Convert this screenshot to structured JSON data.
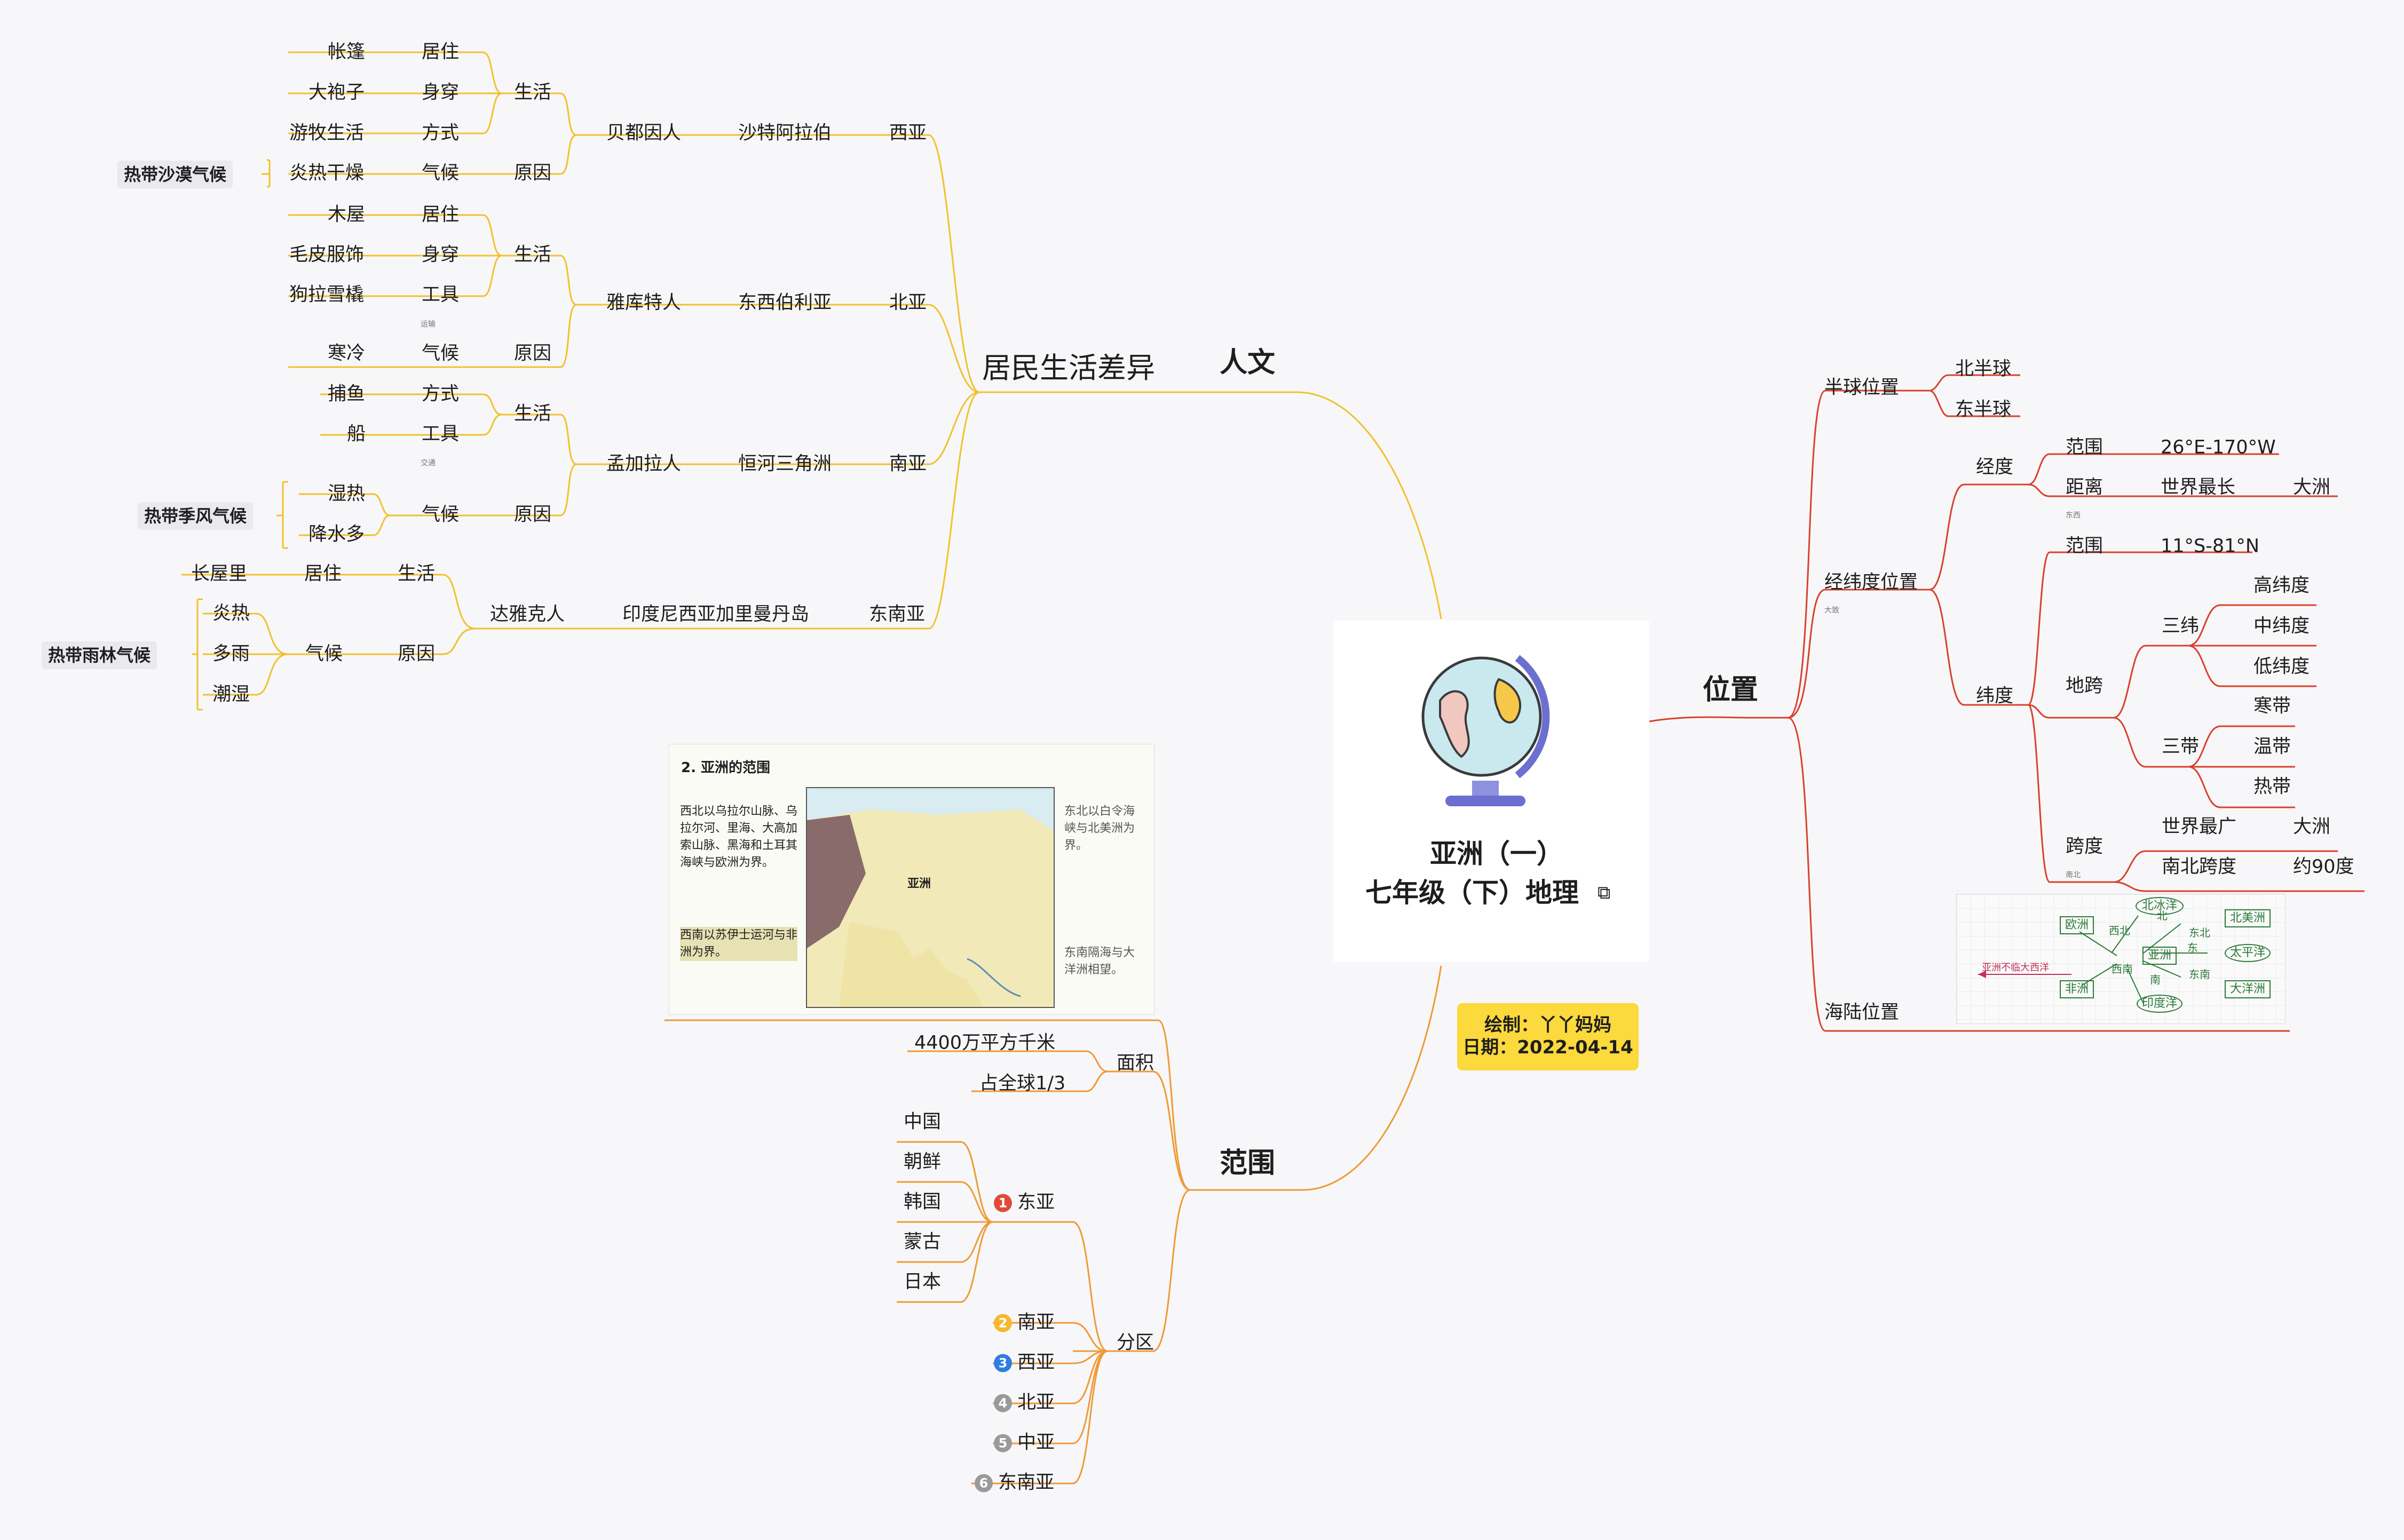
{
  "center": {
    "title_line1": "亚洲（一）",
    "title_line2": "七年级（下）地理"
  },
  "credit": {
    "author": "绘制：丫丫妈妈",
    "date": "日期：2022-04-14"
  },
  "branches": {
    "humanity": "人文",
    "location": "位置",
    "scope": "范围"
  },
  "humanity": {
    "topic": "居民生活差异",
    "west_asia": {
      "region": "西亚",
      "country": "沙特阿拉伯",
      "people": "贝都因人",
      "living": "生活",
      "reason": "原因",
      "items": [
        [
          "帐篷",
          "居住"
        ],
        [
          "大袍子",
          "身穿"
        ],
        [
          "游牧生活",
          "方式"
        ],
        [
          "炎热干燥",
          "气候"
        ]
      ],
      "climate": "热带沙漠气候"
    },
    "north_asia": {
      "region": "北亚",
      "area": "东西伯利亚",
      "people": "雅库特人",
      "living": "生活",
      "reason": "原因",
      "note": "运输",
      "items": [
        [
          "木屋",
          "居住"
        ],
        [
          "毛皮服饰",
          "身穿"
        ],
        [
          "狗拉雪橇",
          "工具"
        ],
        [
          "寒冷",
          "气候"
        ]
      ]
    },
    "south_asia": {
      "region": "南亚",
      "area": "恒河三角洲",
      "people": "孟加拉人",
      "living": "生活",
      "reason": "原因",
      "note": "交通",
      "items": [
        [
          "捕鱼",
          "方式"
        ],
        [
          "船",
          "工具"
        ]
      ],
      "climate_factors": [
        "湿热",
        "降水多"
      ],
      "climate_label": "气候",
      "climate": "热带季风气候"
    },
    "southeast_asia": {
      "region": "东南亚",
      "area": "印度尼西亚加里曼丹岛",
      "people": "达雅克人",
      "house": [
        "长屋里",
        "居住",
        "生活"
      ],
      "climate_factors": [
        "炎热",
        "多雨",
        "潮湿"
      ],
      "climate_label": "气候",
      "reason": "原因",
      "climate": "热带雨林气候"
    }
  },
  "location": {
    "hemisphere": {
      "label": "半球位置",
      "items": [
        "北半球",
        "东半球"
      ]
    },
    "latlon": {
      "label": "经纬度位置",
      "note": "大致",
      "longitude": {
        "label": "经度",
        "range_label": "范围",
        "range": "26°E-170°W",
        "distance_label": "距离",
        "distance": "世界最长",
        "distance_scope": "大洲",
        "note": "东西"
      },
      "latitude": {
        "label": "纬度",
        "range_label": "范围",
        "range": "11°S-81°N",
        "span_label": "地跨",
        "three_lat_label": "三纬",
        "three_lat": [
          "高纬度",
          "中纬度",
          "低纬度"
        ],
        "three_zone_label": "三带",
        "three_zone": [
          "寒带",
          "温带",
          "热带"
        ],
        "extent_label": "跨度",
        "extent_note": "南北",
        "widest": "世界最广",
        "widest_scope": "大洲",
        "ns_label": "南北跨度",
        "ns_value": "约90度"
      }
    },
    "sea_land": {
      "label": "海陆位置",
      "image_labels": {
        "arctic": "北冰洋",
        "north_america": "北美洲",
        "europe": "欧洲",
        "asia": "亚洲",
        "pacific": "太平洋",
        "africa": "非洲",
        "indian": "印度洋",
        "oceania": "大洋洲",
        "north": "北",
        "east": "东",
        "south": "南",
        "west_north": "西北",
        "east_north": "东北",
        "west_south": "西南",
        "east_south": "东南",
        "note": "亚洲不临大西洋"
      }
    }
  },
  "scope": {
    "area": {
      "label": "面积",
      "items": [
        "4400万平方千米",
        "占全球1/3"
      ]
    },
    "division": {
      "label": "分区",
      "east_asia": {
        "num": "1",
        "label": "东亚",
        "color": "#e04a3b",
        "countries": [
          "中国",
          "朝鲜",
          "韩国",
          "蒙古",
          "日本"
        ]
      },
      "others": [
        {
          "num": "2",
          "label": "南亚",
          "color": "#f5b82e"
        },
        {
          "num": "3",
          "label": "西亚",
          "color": "#2f7de1"
        },
        {
          "num": "4",
          "label": "北亚",
          "color": "#9a9a9a"
        },
        {
          "num": "5",
          "label": "中亚",
          "color": "#9a9a9a"
        },
        {
          "num": "6",
          "label": "东南亚",
          "color": "#9a9a9a"
        }
      ]
    },
    "map_image": {
      "title": "2. 亚洲的范围",
      "left_note_1": "西北以乌拉尔山脉、乌拉尔河、里海、大高加索山脉、黑海和土耳其海峡与欧洲为界。",
      "left_note_2": "西南以苏伊士运河与非洲为界。",
      "right_note_1": "东北以白令海峡与北美洲为界。",
      "right_note_2": "东南隔海与大洋洲相望。",
      "map_label": "亚洲"
    }
  },
  "colors": {
    "humanity": "#f2c12e",
    "location": "#d9412d",
    "scope": "#ef9a36",
    "credit_bg": "#fcd93c"
  }
}
